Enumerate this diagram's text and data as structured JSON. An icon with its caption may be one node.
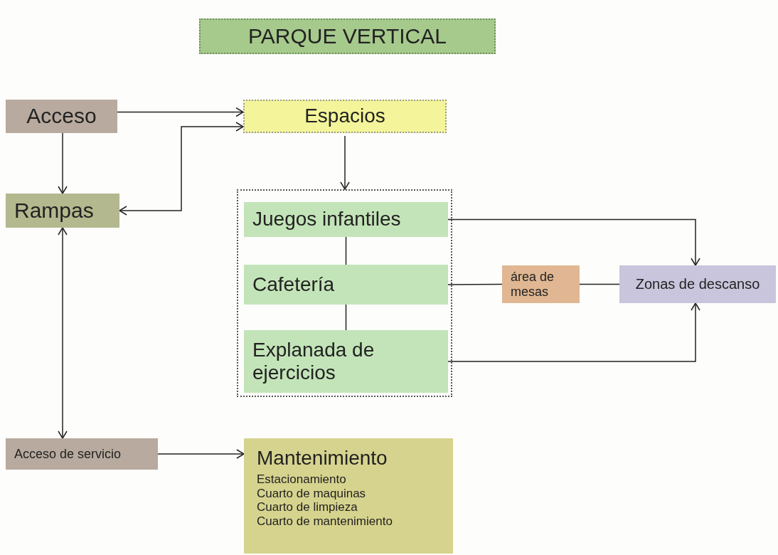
{
  "diagram": {
    "nodes": [
      {
        "text": [
          "PARQUE VERTICAL"
        ]
      },
      {
        "text": [
          "Acceso"
        ]
      },
      {
        "text": [
          "Espacios"
        ]
      },
      {
        "text": [
          "Rampas"
        ]
      },
      {
        "text": [],
        "shape": "box"
      },
      {
        "text": [
          "Juegos infantiles"
        ],
        "in": 4
      },
      {
        "text": [
          "Cafetería"
        ],
        "in": 4
      },
      {
        "text": [
          "Explanada de ejercicios"
        ],
        "in": 4
      },
      {
        "text": [
          "área de mesas"
        ]
      },
      {
        "text": [
          "Zonas de descanso"
        ]
      },
      {
        "text": [
          "Acceso de servicio"
        ]
      },
      {
        "text": [
          "Mantenimiento",
          "Estacionamiento",
          "Cuarto de maquinas",
          "Cuarto de limpieza",
          "Cuarto de mantenimiento"
        ]
      }
    ],
    "edges": [
      {
        "from": 1,
        "to": 2,
        "arrow": "to"
      },
      {
        "from": 1,
        "to": 3,
        "arrow": "to"
      },
      {
        "from": 3,
        "to": 2,
        "arrow": "both"
      },
      {
        "from": 2,
        "to": 4,
        "arrow": "to"
      },
      {
        "from": 5,
        "to": 6,
        "arrow": "none"
      },
      {
        "from": 6,
        "to": 7,
        "arrow": "none"
      },
      {
        "from": 5,
        "to": 9,
        "arrow": "to"
      },
      {
        "from": 6,
        "to": 8,
        "arrow": "none"
      },
      {
        "from": 8,
        "to": 9,
        "arrow": "none"
      },
      {
        "from": 7,
        "to": 9,
        "arrow": "to"
      },
      {
        "from": 3,
        "to": 10,
        "arrow": "both"
      },
      {
        "from": 10,
        "to": 11,
        "arrow": "to"
      }
    ]
  }
}
